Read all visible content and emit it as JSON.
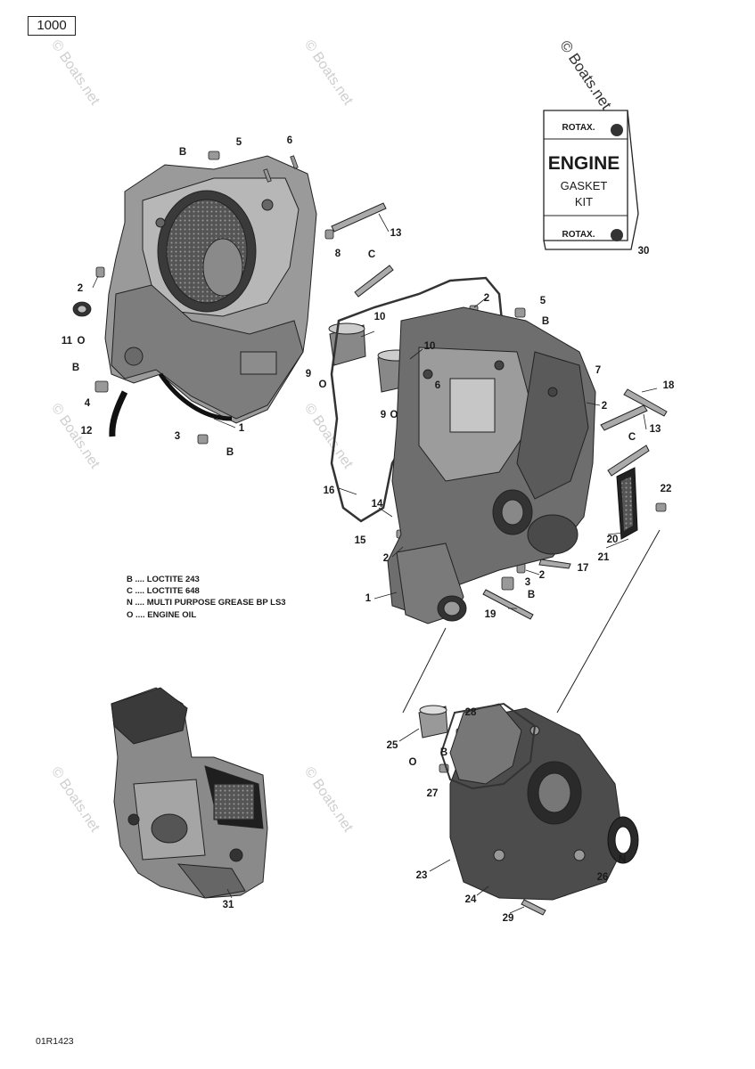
{
  "model_label": "1000",
  "drawing_code": "01R1423",
  "watermark": "© Boats.net",
  "gasket_kit": {
    "brand": "ROTAX.",
    "title": "ENGINE",
    "subtitle_1": "GASKET",
    "subtitle_2": "KIT"
  },
  "legend": [
    "B .... LOCTITE 243",
    "C .... LOCTITE 648",
    "N .... MULTI PURPOSE GREASE BP LS3",
    "O .... ENGINE OIL"
  ],
  "callouts": {
    "c1a": "1",
    "c1b": "1",
    "c2a": "2",
    "c2b": "2",
    "c2c": "2",
    "c2d": "2",
    "c2e": "2",
    "c3a": "3",
    "c3b": "3",
    "c4": "4",
    "c5a": "5",
    "c5b": "5",
    "c6a": "6",
    "c6b": "6",
    "c7": "7",
    "c8": "8",
    "c9a": "9",
    "c9b": "9",
    "c10a": "10",
    "c10b": "10",
    "c11": "11",
    "c12": "12",
    "c13a": "13",
    "c13b": "13",
    "c14": "14",
    "c15": "15",
    "c16": "16",
    "c17": "17",
    "c18": "18",
    "c19": "19",
    "c20": "20",
    "c21": "21",
    "c22": "22",
    "c23": "23",
    "c24": "24",
    "c25": "25",
    "c26": "26",
    "c27": "27",
    "c28": "28",
    "c29": "29",
    "c30": "30",
    "c31": "31"
  },
  "tags": {
    "B": "B",
    "C": "C",
    "N": "N",
    "O": "O"
  }
}
